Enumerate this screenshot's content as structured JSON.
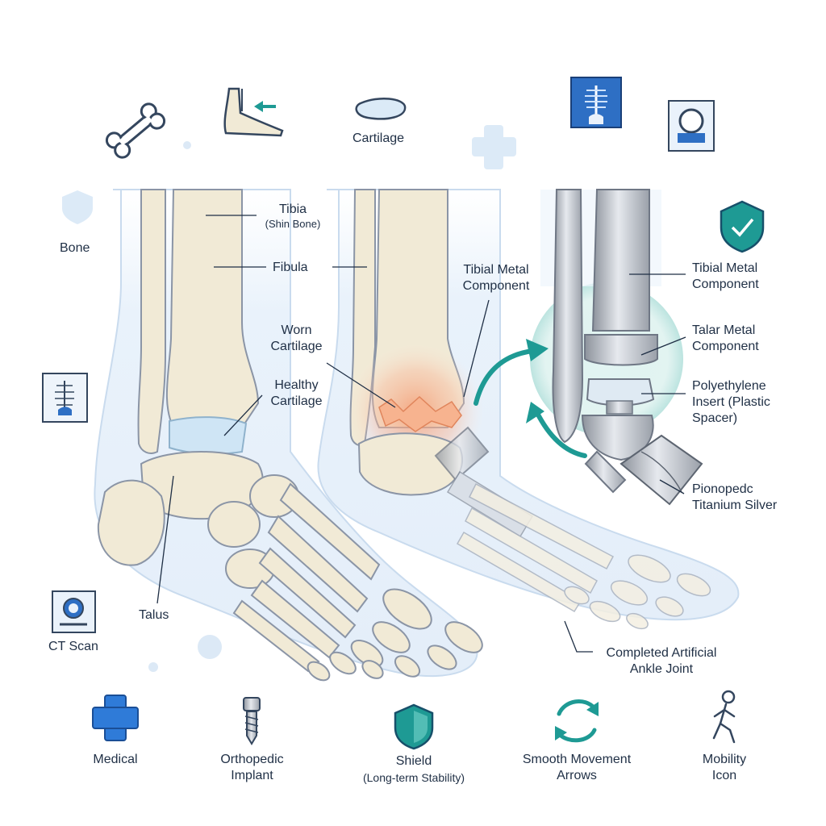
{
  "labels": {
    "bone": "Bone",
    "cartilage_top": "Cartilage",
    "ct_scan": "CT Scan",
    "tibia": "Tibia",
    "tibia_sub": "(Shin Bone)",
    "fibula": "Fibula",
    "worn_cartilage_1": "Worn",
    "worn_cartilage_2": "Cartilage",
    "healthy_cartilage_1": "Healthy",
    "healthy_cartilage_2": "Cartilage",
    "talus": "Talus",
    "tibial_metal_mid_1": "Tibial Metal",
    "tibial_metal_mid_2": "Component",
    "tibial_metal_right_1": "Tibial Metal",
    "tibial_metal_right_2": "Component",
    "talar_metal_1": "Talar Metal",
    "talar_metal_2": "Component",
    "poly_1": "Polyethylene",
    "poly_2": "Insert (Plastic",
    "poly_3": "Spacer)",
    "pionopedc_1": "Pionopedc",
    "pionopedc_2": "Titanium Silver",
    "completed_1": "Completed Artificial",
    "completed_2": "Ankle Joint"
  },
  "bottom_icons": [
    {
      "line1": "Medical",
      "line2": "",
      "icon": "medical-cross-icon"
    },
    {
      "line1": "Orthopedic",
      "line2": "Implant",
      "icon": "screw-implant-icon"
    },
    {
      "line1": "Shield",
      "line2": "(Long-term Stability)",
      "icon": "shield-icon"
    },
    {
      "line1": "Smooth Movement",
      "line2": "Arrows",
      "icon": "circular-arrows-icon"
    },
    {
      "line1": "Mobility",
      "line2": "Icon",
      "icon": "walking-person-icon"
    }
  ],
  "top_icons": [
    "bone-icon",
    "foot-arrow-icon",
    "cartilage-icon",
    "plus-icon",
    "xray-icon",
    "mri-scanner-icon"
  ],
  "side_icons": [
    "shield-faint-icon",
    "xray-small-icon",
    "ct-scanner-icon",
    "shield-check-icon"
  ],
  "colors": {
    "bone_fill": "#f1ead6",
    "bone_stroke": "#8b95a6",
    "skin_fill": "#edf4fb",
    "cartilage_blue": "#cfe5f5",
    "inflamed": "#f3a07a",
    "metal": "#b9bec6",
    "teal": "#1e9a94",
    "blue": "#2f7bd8",
    "text": "#1f2f45"
  }
}
